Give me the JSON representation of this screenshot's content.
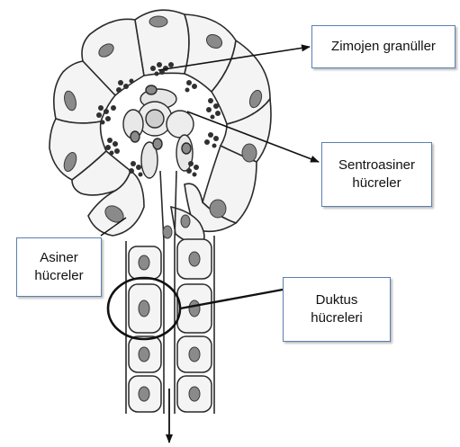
{
  "labels": {
    "zimojen": "Zimojen granüller",
    "sentroasiner": "Sentroasiner\nhücreler",
    "asiner": "Asiner\nhücreler",
    "duktus": "Duktus\nhücreleri"
  },
  "colors": {
    "cell_outline": "#2a2a2a",
    "nucleus": "#8a8a8a",
    "granule": "#303030",
    "box_border": "#5b7fb0",
    "arrow": "#111111"
  }
}
